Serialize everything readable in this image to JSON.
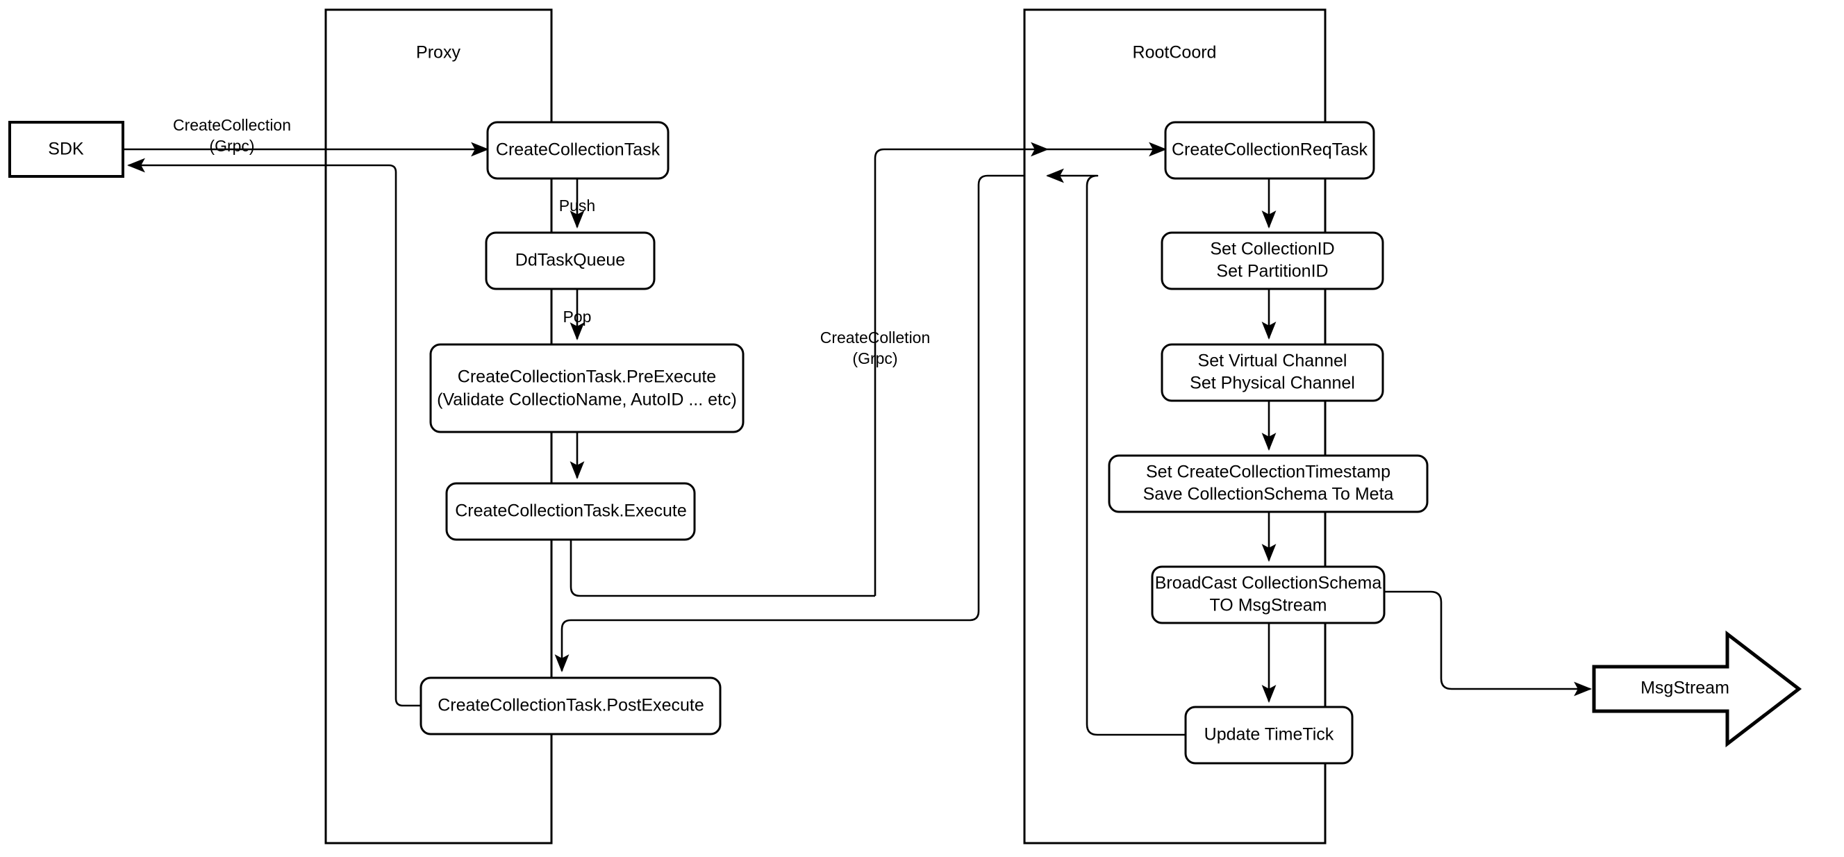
{
  "diagram": {
    "title": "CreateCollection flow (Proxy / RootCoord)",
    "background_color": "#ffffff",
    "stroke_color": "#000000",
    "containers": [
      {
        "id": "proxy",
        "label": "Proxy"
      },
      {
        "id": "rootcoord",
        "label": "RootCoord"
      }
    ],
    "nodes": {
      "sdk": {
        "label": "SDK",
        "shape": "rectangle"
      },
      "create_collection_task": {
        "label": "CreateCollectionTask",
        "shape": "rounded-rectangle"
      },
      "dd_task_queue": {
        "label": "DdTaskQueue",
        "shape": "rounded-rectangle"
      },
      "pre_execute": {
        "line1": "CreateCollectionTask.PreExecute",
        "line2": "(Validate CollectioName, AutoID ... etc)",
        "shape": "rounded-rectangle"
      },
      "execute": {
        "label": "CreateCollectionTask.Execute",
        "shape": "rounded-rectangle"
      },
      "post_execute": {
        "label": "CreateCollectionTask.PostExecute",
        "shape": "rounded-rectangle"
      },
      "create_collection_req_task": {
        "label": "CreateCollectionReqTask",
        "shape": "rounded-rectangle"
      },
      "set_ids": {
        "line1": "Set CollectionID",
        "line2": "Set PartitionID",
        "shape": "rounded-rectangle"
      },
      "set_channels": {
        "line1": "Set Virtual Channel",
        "line2": "Set Physical Channel",
        "shape": "rounded-rectangle"
      },
      "save_meta": {
        "line1": "Set CreateCollectionTimestamp",
        "line2": "Save CollectionSchema To Meta",
        "shape": "rounded-rectangle"
      },
      "broadcast": {
        "line1": "BroadCast CollectionSchema",
        "line2": "TO MsgStream",
        "shape": "rounded-rectangle"
      },
      "update_timetick": {
        "label": "Update TimeTick",
        "shape": "rounded-rectangle"
      },
      "msgstream": {
        "label": "MsgStream",
        "shape": "block-arrow"
      }
    },
    "edge_labels": {
      "sdk_to_proxy_line1": "CreateCollection",
      "sdk_to_proxy_line2": "(Grpc)",
      "push": "Push",
      "pop": "Pop",
      "proxy_to_rootcoord_line1": "CreateColletion",
      "proxy_to_rootcoord_line2": "(Grpc)"
    }
  }
}
